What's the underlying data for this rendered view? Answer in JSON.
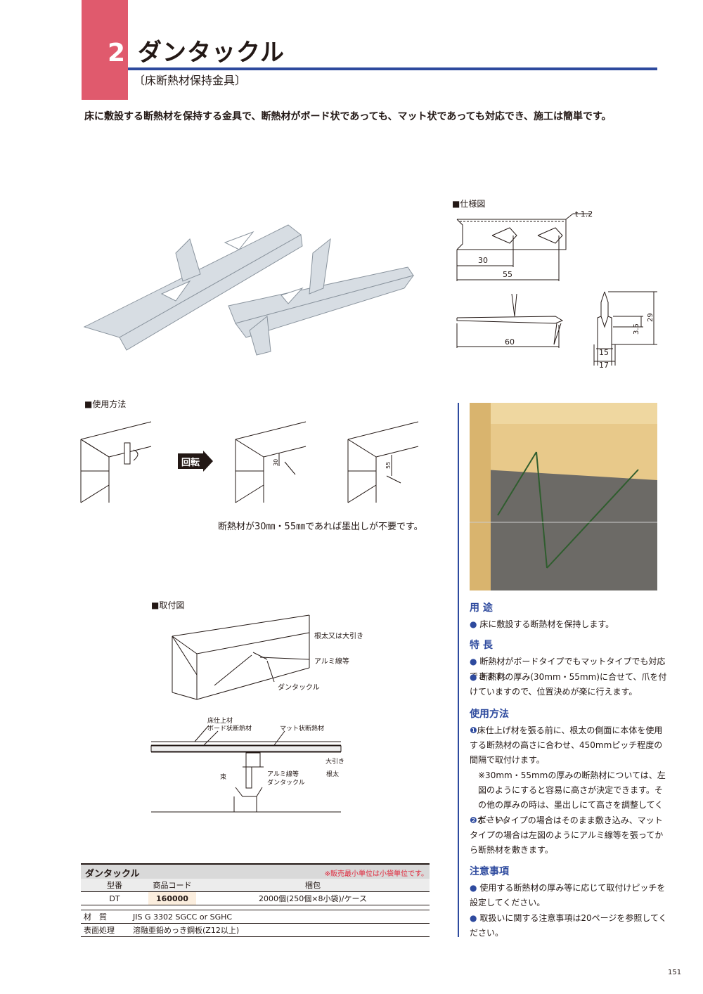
{
  "header": {
    "section_number": "2",
    "title": "ダンタックル",
    "subtitle": "〔床断熱材保持金具〕"
  },
  "intro": "床に敷設する断熱材を保持する金具で、断熱材がボード状であっても、マット状であっても対応でき、施工は簡単です。",
  "spec_drawing": {
    "label": "■仕様図",
    "dims": [
      "t 1.2",
      "30",
      "55",
      "60",
      "15",
      "17",
      "3.5",
      "29"
    ]
  },
  "usage": {
    "label": "■使用方法",
    "rotate": "回転",
    "dim_30": "30",
    "dim_55": "55",
    "caption": "断熱材が30㎜・55㎜であれば墨出しが不要です。"
  },
  "install": {
    "label": "■取付図",
    "callouts": [
      "根太又は大引き",
      "アルミ線等",
      "ダンタックル"
    ],
    "section_callouts": [
      "床仕上材",
      "ボード状断熱材",
      "マット状断熱材",
      "大引き",
      "アルミ線等",
      "根太",
      "束",
      "ダンタックル"
    ]
  },
  "product_table": {
    "name": "ダンタックル",
    "note": "※販売最小単位は小袋単位です。",
    "headers": [
      "型番",
      "商品コード",
      "梱包"
    ],
    "row": [
      "DT",
      "160000",
      "2000個(250個×8小袋)/ケース"
    ],
    "material_label": "材　質",
    "material_value": "JIS G 3302 SGCC or SGHC",
    "finish_label": "表面処理",
    "finish_value": "溶融亜鉛めっき鋼板(Z12以上)"
  },
  "right": {
    "use_heading": "用 途",
    "use_items": [
      "床に敷設する断熱材を保持します。"
    ],
    "feature_heading": "特 長",
    "feature_items": [
      "断熱材がボードタイプでもマットタイプでも対応できます。",
      "断熱材の厚み(30mm・55mm)に合せて、爪を付けていますので、位置決めが楽に行えます。"
    ],
    "method_heading": "使用方法",
    "method_items": [
      "床仕上げ材を張る前に、根太の側面に本体を使用する断熱材の高さに合わせ、450mmピッチ程度の間隔で取付けます。",
      "※30mm・55mmの厚みの断熱材については、左図のようにすると容易に高さが決定できます。その他の厚みの時は、墨出しにて高さを調整してください。",
      "ボードタイプの場合はそのまま敷き込み、マットタイプの場合は左図のようにアルミ線等を張ってから断熱材を敷きます。"
    ],
    "method_markers": [
      "❶",
      "❷"
    ],
    "caution_heading": "注意事項",
    "caution_items": [
      "使用する断熱材の厚み等に応じて取付けピッチを設定してください。",
      "取扱いに関する注意事項は20ページを参照してください。"
    ]
  },
  "page_number": "151",
  "colors": {
    "accent": "#2e4a9e",
    "tab": "#e05a6d",
    "note": "#e0283c"
  }
}
